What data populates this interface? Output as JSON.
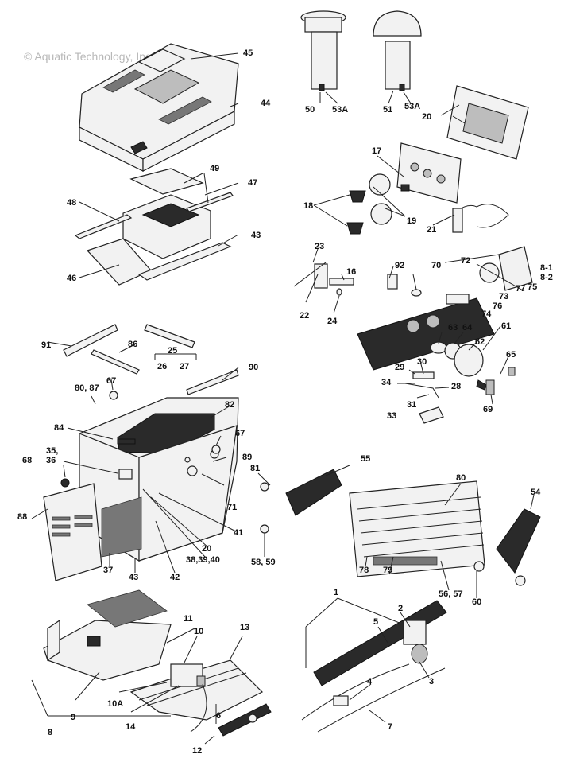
{
  "copyright": "© Aquatic Technology, Inc.",
  "callouts": [
    "45",
    "44",
    "49",
    "47",
    "48",
    "43",
    "46",
    "50",
    "53A",
    "51",
    "53A",
    "20",
    "17",
    "18",
    "19",
    "21",
    "23",
    "16",
    "92",
    "70",
    "72",
    "8-1",
    "8-2",
    "75",
    "77",
    "73",
    "76",
    "74",
    "22",
    "24",
    "61",
    "63",
    "64",
    "62",
    "65",
    "69",
    "29",
    "30",
    "34",
    "28",
    "31",
    "33",
    "91",
    "86",
    "25",
    "26",
    "27",
    "90",
    "67",
    "80, 87",
    "82",
    "84",
    "67",
    "89",
    "35,",
    "36",
    "68",
    "88",
    "71",
    "81",
    "55",
    "80",
    "54",
    "41",
    "20",
    "38,39,40",
    "37",
    "43",
    "42",
    "58, 59",
    "78",
    "79",
    "56, 57",
    "60",
    "1",
    "2",
    "5",
    "11",
    "10",
    "13",
    "3",
    "9",
    "10A",
    "4",
    "6",
    "8",
    "14",
    "7",
    "12"
  ]
}
